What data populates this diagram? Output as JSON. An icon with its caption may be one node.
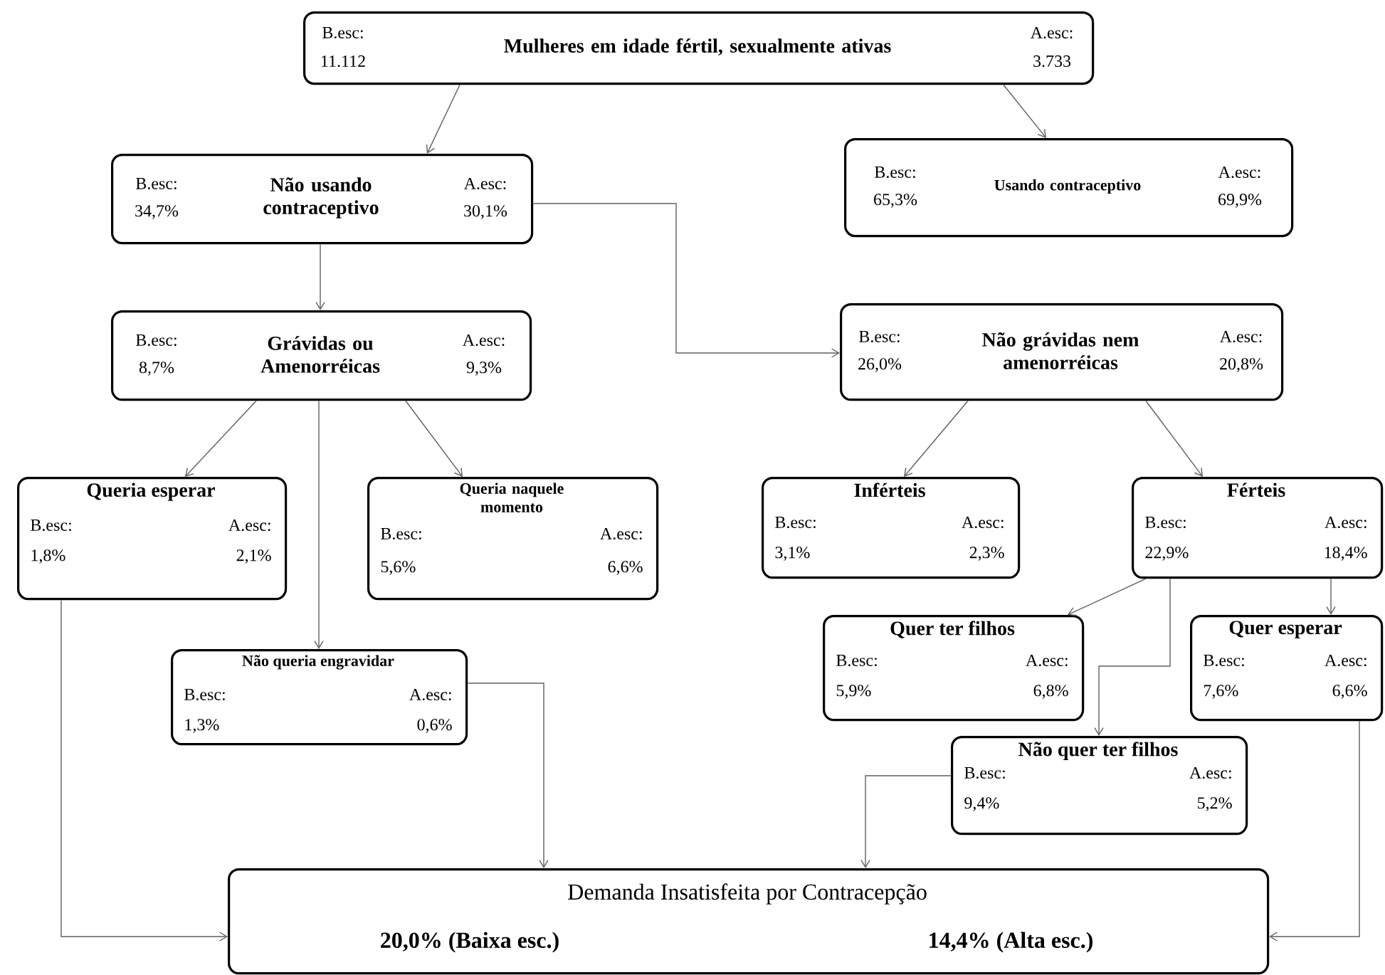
{
  "diagram": {
    "nodes": [
      {
        "text": [
          "Mulheres em idade fértil, sexualmente ativas",
          "B.esc:",
          "11.112",
          "A.esc:",
          "3.733"
        ]
      },
      {
        "text": [
          "Não usando contraceptivo",
          "B.esc:",
          "34,7%",
          "A.esc:",
          "30,1%"
        ]
      },
      {
        "text": [
          "Usando contraceptivo",
          "B.esc:",
          "65,3%",
          "A.esc:",
          "69,9%"
        ]
      },
      {
        "text": [
          "Grávidas ou Amenorréicas",
          "B.esc:",
          "8,7%",
          "A.esc:",
          "9,3%"
        ]
      },
      {
        "text": [
          "Não grávidas nem amenorréicas",
          "B.esc:",
          "26,0%",
          "A.esc:",
          "20,8%"
        ]
      },
      {
        "text": [
          "Queria esperar",
          "B.esc:",
          "1,8%",
          "A.esc:",
          "2,1%"
        ]
      },
      {
        "text": [
          "Queria naquele momento",
          "B.esc:",
          "5,6%",
          "A.esc:",
          "6,6%"
        ]
      },
      {
        "text": [
          "Inférteis",
          "B.esc:",
          "3,1%",
          "A.esc:",
          "2,3%"
        ]
      },
      {
        "text": [
          "Férteis",
          "B.esc:",
          "22,9%",
          "A.esc:",
          "18,4%"
        ]
      },
      {
        "text": [
          "Não queria engravidar",
          "B.esc:",
          "1,3%",
          "A.esc:",
          "0,6%"
        ]
      },
      {
        "text": [
          "Quer ter filhos",
          "B.esc:",
          "5,9%",
          "A.esc:",
          "6,8%"
        ]
      },
      {
        "text": [
          "Quer esperar",
          "B.esc:",
          "7,6%",
          "A.esc:",
          "6,6%"
        ]
      },
      {
        "text": [
          "Não quer ter filhos",
          "B.esc:",
          "9,4%",
          "A.esc:",
          "5,2%"
        ]
      },
      {
        "text": [
          "Demanda Insatisfeita por Contracepção",
          "20,0% (Baixa esc.)",
          "14,4% (Alta esc.)"
        ]
      }
    ],
    "edges": [
      {
        "from": 0,
        "to": 1,
        "arrow": "to"
      },
      {
        "from": 0,
        "to": 2,
        "arrow": "to"
      },
      {
        "from": 1,
        "to": 3,
        "arrow": "to"
      },
      {
        "from": 1,
        "to": 4,
        "arrow": "to"
      },
      {
        "from": 3,
        "to": 5,
        "arrow": "to"
      },
      {
        "from": 3,
        "to": 6,
        "arrow": "to"
      },
      {
        "from": 3,
        "to": 9,
        "arrow": "to"
      },
      {
        "from": 4,
        "to": 7,
        "arrow": "to"
      },
      {
        "from": 4,
        "to": 8,
        "arrow": "to"
      },
      {
        "from": 8,
        "to": 10,
        "arrow": "to"
      },
      {
        "from": 8,
        "to": 12,
        "arrow": "to"
      },
      {
        "from": 8,
        "to": 11,
        "arrow": "to"
      },
      {
        "from": 5,
        "to": 13,
        "arrow": "to"
      },
      {
        "from": 9,
        "to": 13,
        "arrow": "to"
      },
      {
        "from": 12,
        "to": 13,
        "arrow": "to"
      },
      {
        "from": 11,
        "to": 13,
        "arrow": "to"
      }
    ]
  }
}
